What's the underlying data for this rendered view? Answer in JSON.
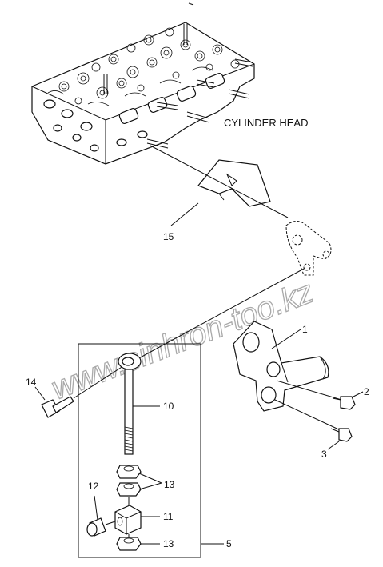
{
  "title": "CYLINDER HEAD",
  "watermark": "www.sinhron-too.kz",
  "callouts": {
    "c1": "1",
    "c2": "2",
    "c3": "3",
    "c5": "5",
    "c10": "10",
    "c11": "11",
    "c12": "12",
    "c13a": "13",
    "c13b": "13",
    "c14": "14",
    "c15": "15"
  },
  "colors": {
    "line": "#111111",
    "watermark_outline": "#a9a9a9",
    "background": "#ffffff"
  }
}
